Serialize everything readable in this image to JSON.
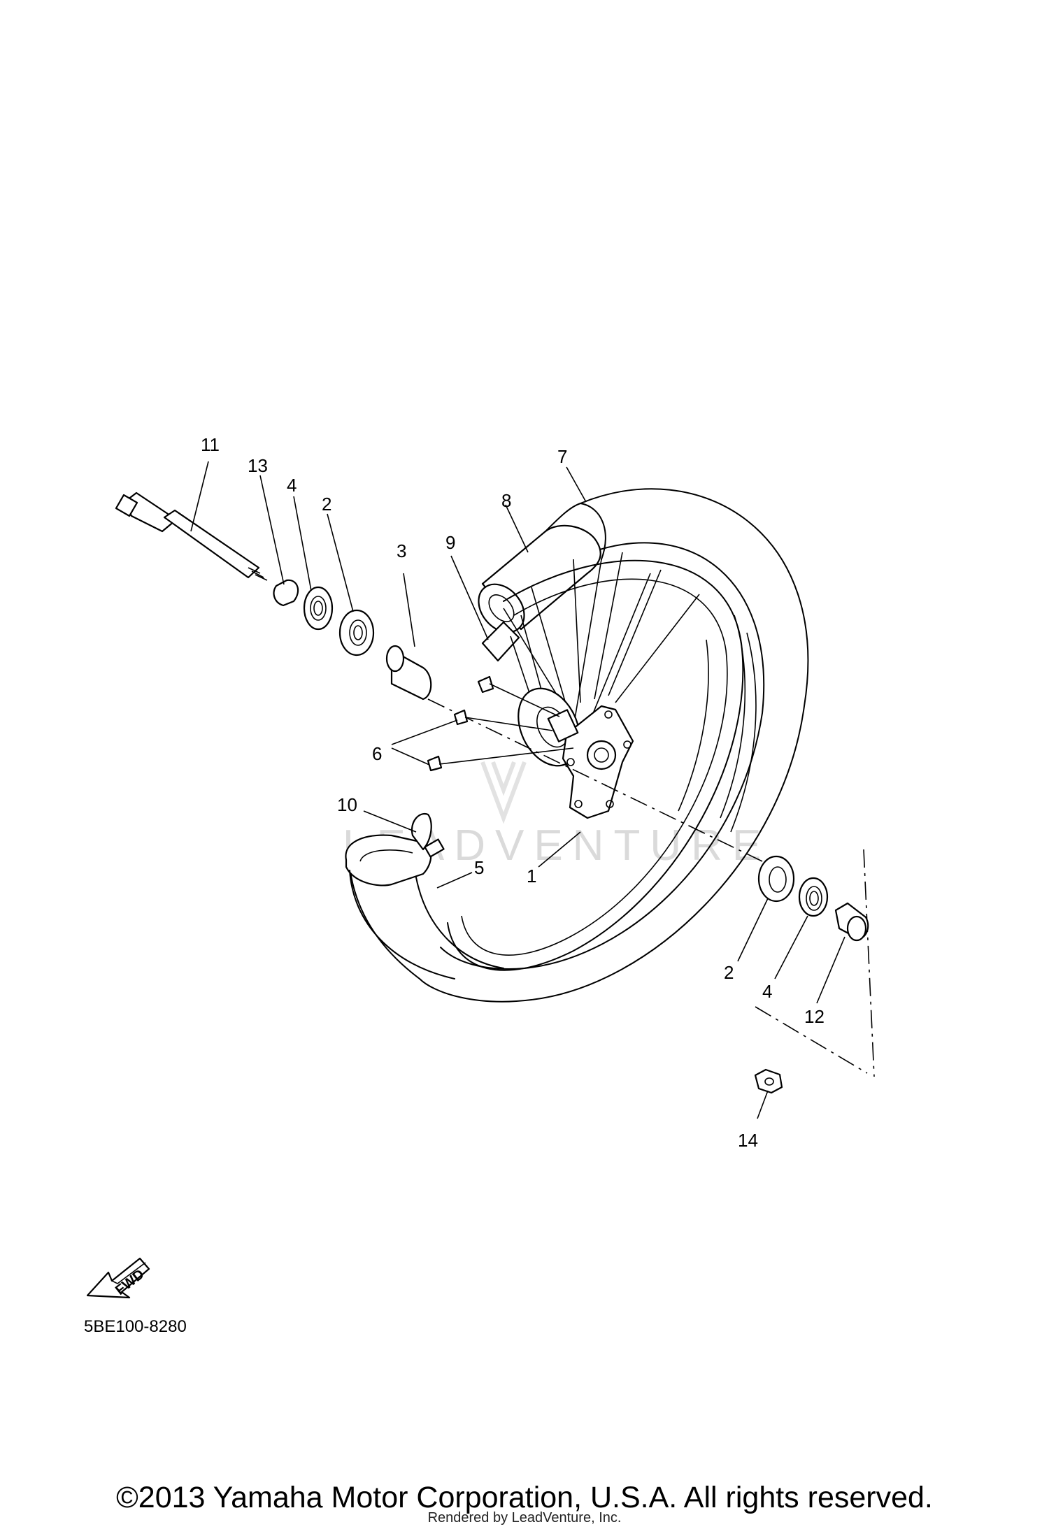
{
  "diagram": {
    "callouts": {
      "c1": "1",
      "c2a": "2",
      "c2b": "2",
      "c3": "3",
      "c4a": "4",
      "c4b": "4",
      "c5": "5",
      "c6": "6",
      "c7": "7",
      "c8": "8",
      "c9": "9",
      "c10": "10",
      "c11": "11",
      "c12": "12",
      "c13": "13",
      "c14": "14"
    },
    "fwd_label": "FWD",
    "diagram_code": "5BE100-8280",
    "watermark": "LEADVENTURE"
  },
  "footer": {
    "copyright": "©2013 Yamaha Motor Corporation, U.S.A. All rights reserved.",
    "rendered_by": "Rendered by LeadVenture, Inc."
  },
  "colors": {
    "line": "#000000",
    "background": "#ffffff",
    "watermark": "#dadada"
  },
  "icons": {
    "fwd": "fwd-arrow-icon"
  }
}
